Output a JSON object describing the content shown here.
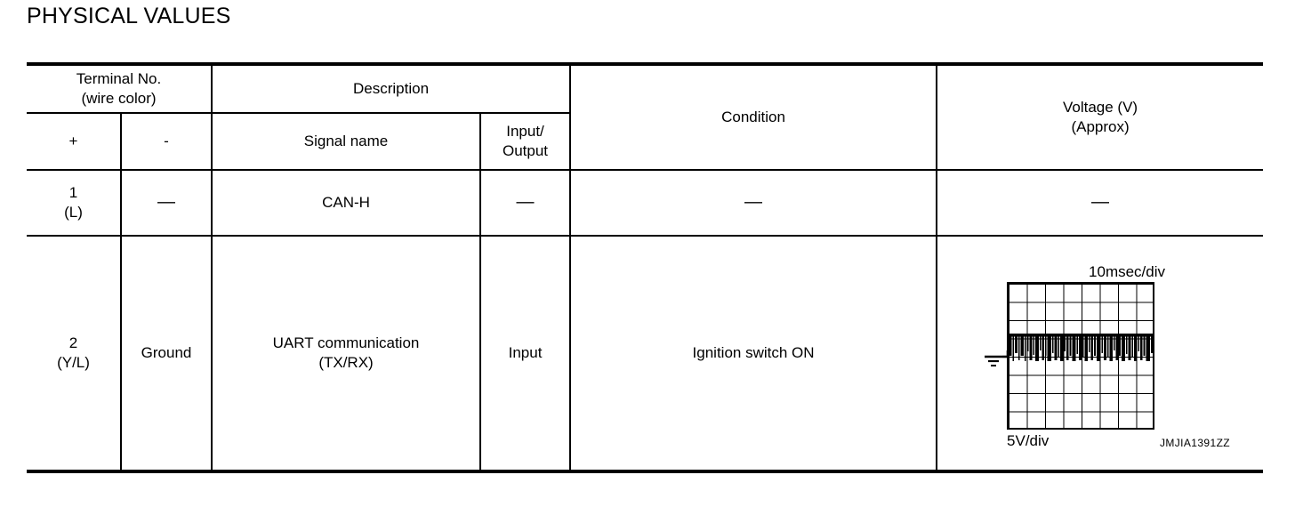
{
  "page": {
    "title": "PHYSICAL VALUES"
  },
  "table": {
    "header": {
      "terminal_no": "Terminal No.",
      "wire_color": "(wire color)",
      "description": "Description",
      "plus": "+",
      "minus": "-",
      "signal_name": "Signal name",
      "input_output_line1": "Input/",
      "input_output_line2": "Output",
      "condition": "Condition",
      "voltage_line1": "Voltage (V)",
      "voltage_line2": "(Approx)"
    },
    "rows": [
      {
        "terminal_number": "1",
        "terminal_wire_color": "(L)",
        "minus_terminal": "—",
        "signal_name": "CAN-H",
        "input_output": "—",
        "condition": "—",
        "voltage": "—",
        "has_waveform": false
      },
      {
        "terminal_number": "2",
        "terminal_wire_color": "(Y/L)",
        "minus_terminal": "Ground",
        "signal_name_line1": "UART communication",
        "signal_name_line2": "(TX/RX)",
        "input_output": "Input",
        "condition": "Ignition switch ON",
        "has_waveform": true,
        "waveform": {
          "time_per_div": "10msec/div",
          "volts_per_div": "5V/div",
          "figure_id": "JMJIA1391ZZ",
          "grid_columns": 8,
          "grid_rows": 8,
          "ground_level_div": 4
        }
      }
    ]
  },
  "colors": {
    "ink": "#000000",
    "paper": "#ffffff"
  }
}
